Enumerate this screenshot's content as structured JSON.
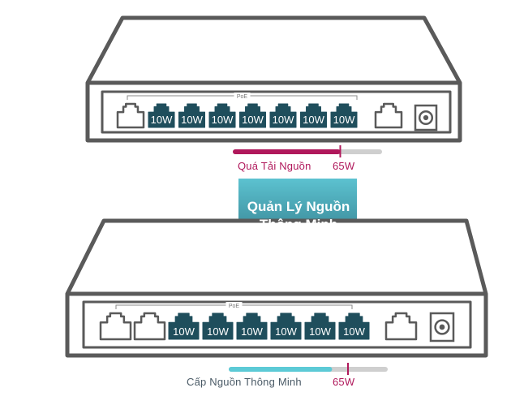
{
  "colors": {
    "outline": "#5a5a5a",
    "port_dark": "#1f4e5c",
    "overload": "#b0185b",
    "smart": "#5ccad6",
    "track": "#cfcfcf",
    "marker": "#b0185b",
    "arrow_top": "#5cc2d0",
    "arrow_bottom": "#1c5666"
  },
  "top_switch": {
    "poe_label": "PoE",
    "port_labels": [
      "10W",
      "10W",
      "10W",
      "10W",
      "10W",
      "10W",
      "10W"
    ],
    "power_bar": {
      "fill_fraction": 0.72,
      "budget_marker_fraction": 0.72
    },
    "status_label": "Quá Tải Nguồn",
    "budget_label": "65W"
  },
  "arrow": {
    "line1": "Quản Lý Nguồn",
    "line2": "Thông Minh"
  },
  "bottom_switch": {
    "poe_label": "PoE",
    "port_labels": [
      "10W",
      "10W",
      "10W",
      "10W",
      "10W",
      "10W"
    ],
    "power_bar": {
      "fill_fraction": 0.65,
      "budget_marker_fraction": 0.75
    },
    "status_label": "Cấp Nguồn Thông Minh",
    "budget_label": "65W"
  }
}
